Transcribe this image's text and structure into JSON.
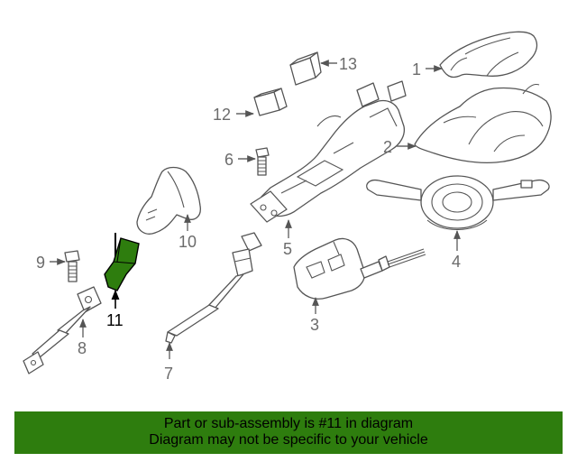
{
  "diagram": {
    "callouts": [
      "1",
      "2",
      "3",
      "4",
      "5",
      "6",
      "7",
      "8",
      "9",
      "10",
      "11",
      "12",
      "13"
    ],
    "highlighted_part": "11",
    "highlight_color": "#2e7d0e"
  },
  "banner": {
    "line1": "Part or sub-assembly is #11 in diagram",
    "line2": "Diagram may not be specific to your vehicle",
    "background": "#2e7d0e"
  }
}
